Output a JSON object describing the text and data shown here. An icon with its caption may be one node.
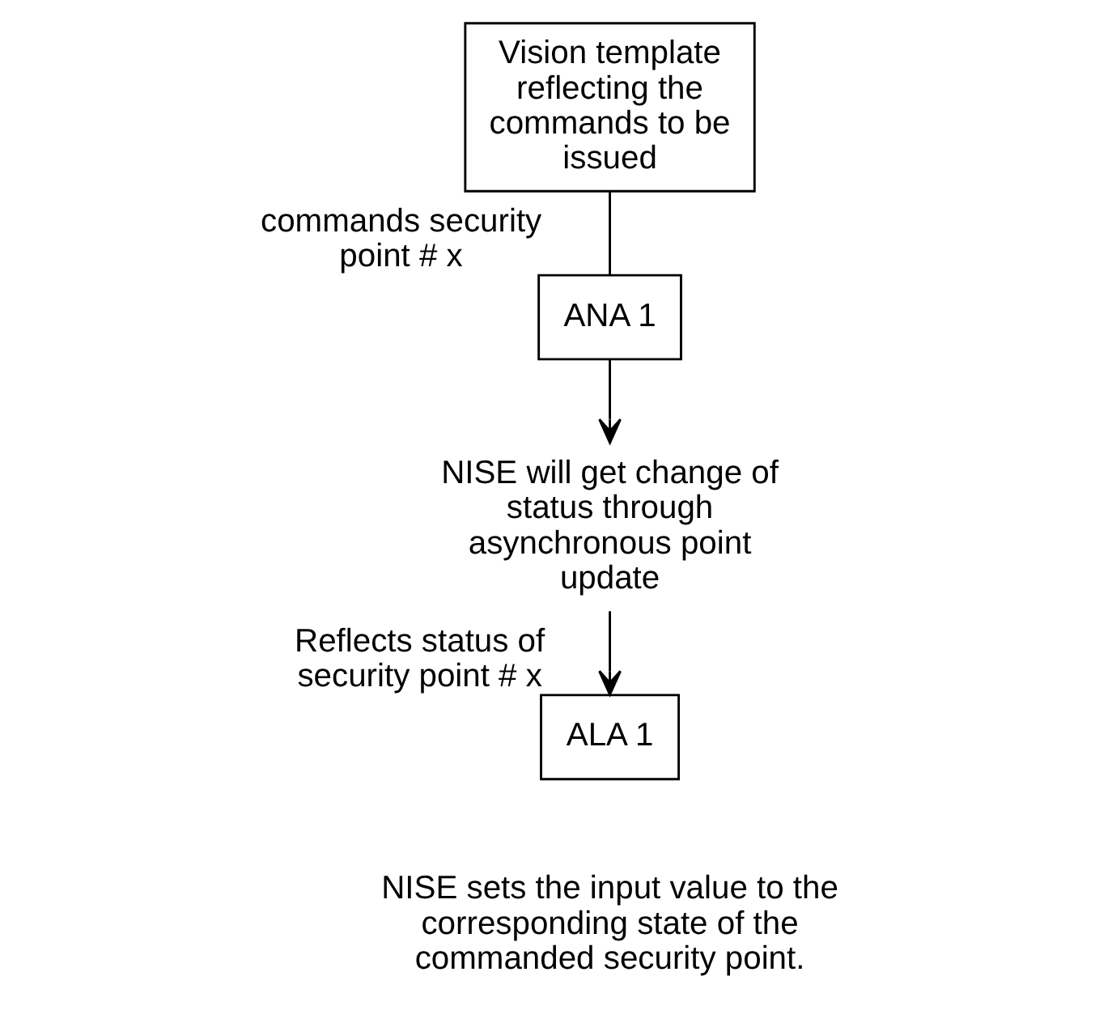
{
  "diagram": {
    "nodes": [
      {
        "text": [
          "Vision template reflecting the commands to be issued"
        ]
      },
      {
        "text": [
          "ANA 1"
        ],
        "beside": [
          "commands security point # x"
        ]
      },
      {
        "text": [
          "NISE will get change of status through asynchronous point update"
        ]
      },
      {
        "text": [
          "ALA 1"
        ],
        "beside": [
          "Reflects status of security point # x"
        ]
      }
    ],
    "edges": [
      {
        "from": 0,
        "to": 1,
        "arrow": "none"
      },
      {
        "from": 1,
        "to": 2,
        "arrow": "to"
      },
      {
        "from": 2,
        "to": 3,
        "arrow": "to"
      }
    ],
    "labels": [
      "NISE sets the input value to the corresponding state of the commanded security point."
    ]
  }
}
